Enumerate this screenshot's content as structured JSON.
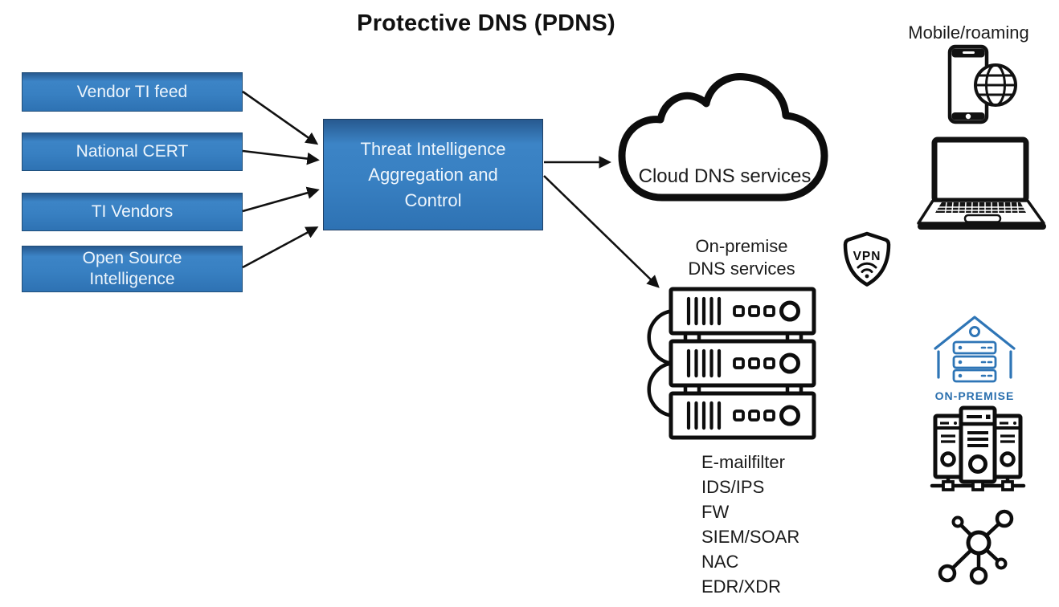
{
  "title": "Protective DNS (PDNS)",
  "colors": {
    "box_blue": "#3076ba",
    "box_border": "#1f4e79",
    "icon_blue": "#2e75b6",
    "onpremise_label_blue": "#2a6fae",
    "diagram_black": "#0d0d0d",
    "title_text": "#111111"
  },
  "sources": {
    "items": [
      {
        "label": "Vendor TI feed"
      },
      {
        "label": "National CERT"
      },
      {
        "label": "TI Vendors"
      },
      {
        "label": "Open Source Intelligence"
      }
    ]
  },
  "aggregator": {
    "label": "Threat Intelligence Aggregation and Control"
  },
  "cloud": {
    "label": "Cloud DNS services"
  },
  "onprem_dns": {
    "line1": "On-premise",
    "line2": "DNS services"
  },
  "vpn": {
    "label": "VPN"
  },
  "mobile": {
    "label": "Mobile/roaming"
  },
  "onpremise_badge": {
    "label": "ON-PREMISE"
  },
  "security_stack": {
    "items": [
      "E-mailfilter",
      "IDS/IPS",
      "FW",
      "SIEM/SOAR",
      "NAC",
      "EDR/XDR"
    ]
  }
}
